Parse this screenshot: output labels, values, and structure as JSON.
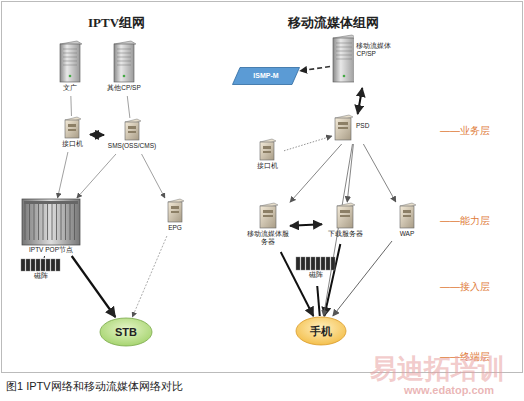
{
  "diagram": {
    "caption": "图1 IPTV网络和移动流媒体网络对比",
    "nodes": [
      {
        "text": [
          "文广"
        ]
      },
      {
        "text": [
          "其他CP/SP"
        ]
      },
      {
        "text": [
          "接口机"
        ]
      },
      {
        "text": [
          "SMS(OSS/CMS)"
        ]
      },
      {
        "text": [
          "IPTV POP节点"
        ]
      },
      {
        "text": [
          "磁阵"
        ]
      },
      {
        "text": [
          "EPG"
        ]
      },
      {
        "text": [
          "STB"
        ]
      },
      {
        "text": [
          "ISMP-M"
        ]
      },
      {
        "text": [
          "移动流媒体CP/SP"
        ]
      },
      {
        "text": [
          "接口机"
        ]
      },
      {
        "text": [
          "PSD"
        ]
      },
      {
        "text": [
          "移动流媒体服务器"
        ]
      },
      {
        "text": [
          "下载服务器"
        ]
      },
      {
        "text": [
          "WAP"
        ]
      },
      {
        "text": [
          "磁阵"
        ]
      },
      {
        "text": [
          "手机"
        ]
      }
    ],
    "edges": [
      {
        "from": 0,
        "to": 2,
        "arrow": "none"
      },
      {
        "from": 1,
        "to": 3,
        "arrow": "none"
      },
      {
        "from": 2,
        "to": 3,
        "arrow": "both"
      },
      {
        "from": 2,
        "to": 4,
        "arrow": "to"
      },
      {
        "from": 3,
        "to": 4,
        "arrow": "to"
      },
      {
        "from": 3,
        "to": 6,
        "arrow": "to"
      },
      {
        "from": 4,
        "to": 7,
        "arrow": "to"
      },
      {
        "from": 6,
        "to": 7,
        "arrow": "to"
      },
      {
        "from": 4,
        "to": 5,
        "arrow": "none"
      },
      {
        "from": 9,
        "to": 8,
        "arrow": "to"
      },
      {
        "from": 9,
        "to": 11,
        "arrow": "both"
      },
      {
        "from": 10,
        "to": 11,
        "arrow": "to"
      },
      {
        "from": 11,
        "to": 12,
        "arrow": "to"
      },
      {
        "from": 11,
        "to": 13,
        "arrow": "to"
      },
      {
        "from": 11,
        "to": 14,
        "arrow": "to"
      },
      {
        "from": 12,
        "to": 13,
        "arrow": "both"
      },
      {
        "from": 12,
        "to": 16,
        "arrow": "to"
      },
      {
        "from": 13,
        "to": 16,
        "arrow": "to"
      },
      {
        "from": 14,
        "to": 16,
        "arrow": "to"
      },
      {
        "from": 11,
        "to": 16,
        "arrow": "to"
      },
      {
        "from": 15,
        "to": 16,
        "arrow": "none"
      }
    ],
    "labels": [
      "IPTV组网",
      "移动流媒体组网",
      "——业务层",
      "——能力层",
      "——接入层",
      "——终端层",
      "易迪拓培训",
      "www.edatop.com"
    ]
  }
}
